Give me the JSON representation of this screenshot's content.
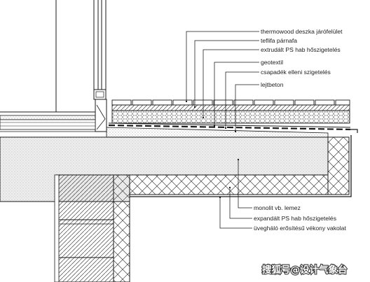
{
  "labels": {
    "deck": "thermowood deszka járófelület",
    "pad": "teflifa párnafa",
    "xps": "extrudált PS hab hőszigetelés",
    "geo": "geotextil",
    "membrane": "csapadék elleni szigetelés",
    "screed": "lejtbeton",
    "slab": "monolit vb. lemez",
    "eps": "expandált PS hab hőszigetelés",
    "render": "üvegháló erősítésű vékony vakolat"
  },
  "watermark": "搜狐号@设计气象台",
  "colors": {
    "line": "#1a1a1a",
    "concrete_fill": "#e9e9e9",
    "insulation_fill": "#ffffff",
    "hatch": "#444444"
  }
}
